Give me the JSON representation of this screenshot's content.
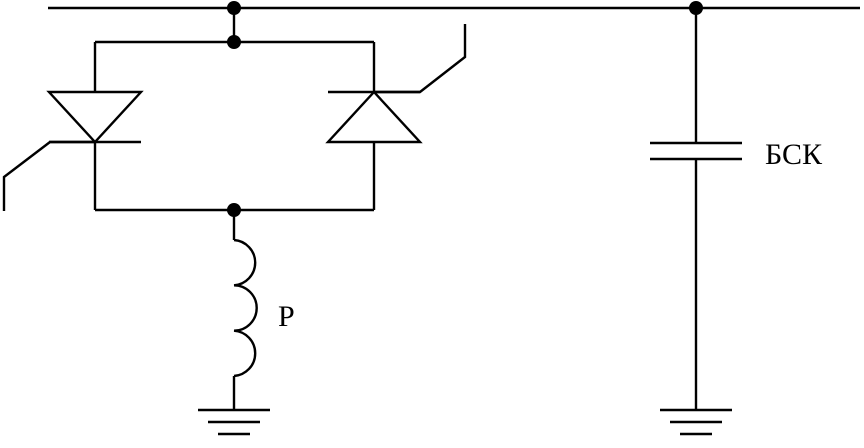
{
  "labels": {
    "capacitor_bank": "БСК",
    "reactor": "Р"
  },
  "components": [
    {
      "id": "thyristor-left",
      "type": "thyristor",
      "orientation": "down"
    },
    {
      "id": "thyristor-right",
      "type": "thyristor",
      "orientation": "up"
    },
    {
      "id": "reactor",
      "type": "inductor",
      "label_key": "reactor"
    },
    {
      "id": "capacitor-bank",
      "type": "capacitor",
      "label_key": "capacitor_bank"
    },
    {
      "id": "ground-reactor",
      "type": "ground"
    },
    {
      "id": "ground-capacitor",
      "type": "ground"
    }
  ],
  "colors": {
    "line": "#000000",
    "background": "#ffffff"
  }
}
